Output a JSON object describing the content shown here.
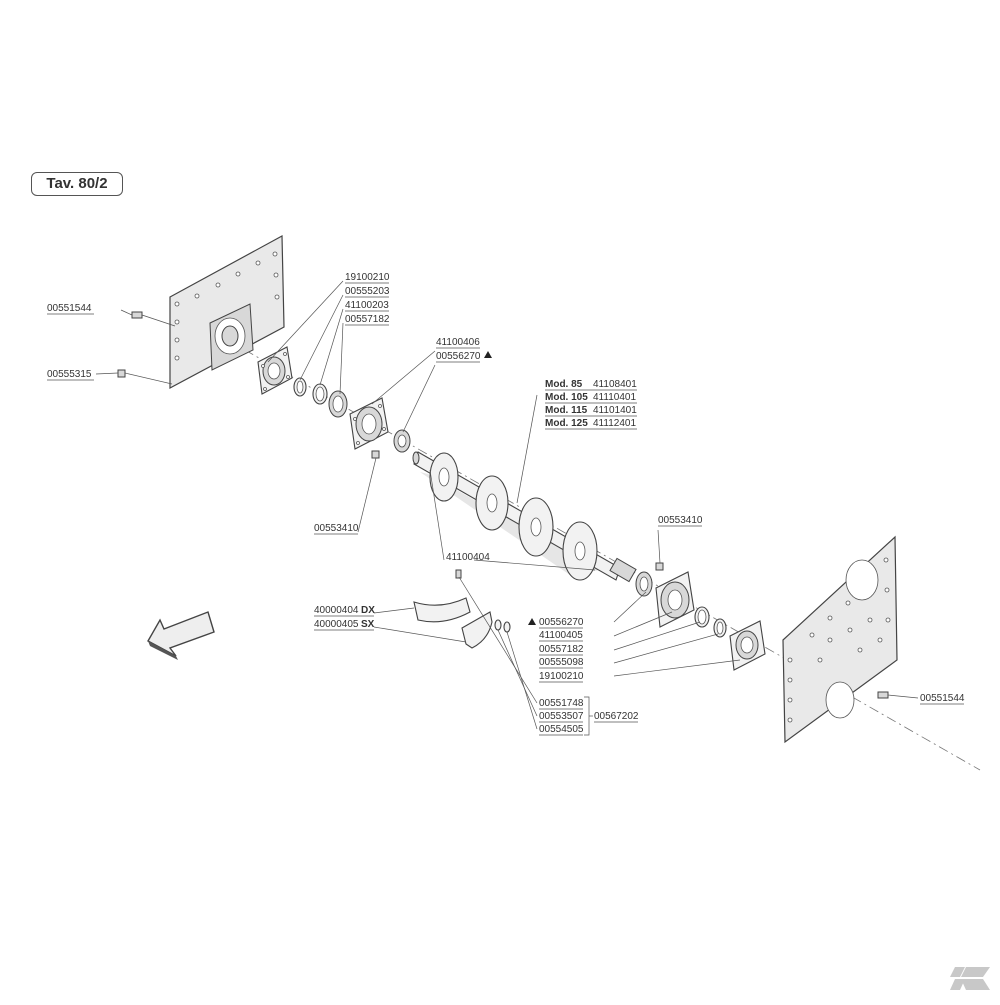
{
  "title": {
    "prefix": "Tav.",
    "number": "80/2"
  },
  "labels": {
    "left_plate_screw": "00551544",
    "left_plate_nut": "00555315",
    "left_group": [
      "19100210",
      "00555203",
      "41100203",
      "00557182"
    ],
    "top_flange_group": [
      "41100406",
      "00556270"
    ],
    "top_flange_nut": "00553410",
    "rotor_models": [
      {
        "model": "Mod. 85",
        "code": "41108401"
      },
      {
        "model": "Mod. 105",
        "code": "41110401"
      },
      {
        "model": "Mod. 115",
        "code": "41101401"
      },
      {
        "model": "Mod. 125",
        "code": "41112401"
      }
    ],
    "rotor_part": "41100404",
    "right_nut": "00553410",
    "blade_right": {
      "code": "40000404",
      "side": "DX"
    },
    "blade_left": {
      "code": "40000405",
      "side": "SX"
    },
    "right_group": [
      "00556270",
      "41100405",
      "00557182",
      "00555098",
      "19100210"
    ],
    "blade_kit": [
      "00551748",
      "00553507",
      "00554505"
    ],
    "blade_kit_code": "00567202",
    "right_plate_screw": "00551544"
  },
  "symbols": {
    "marker": "triangle-icon",
    "direction": "direction-arrow-icon",
    "brand": "brand-k-logo"
  }
}
